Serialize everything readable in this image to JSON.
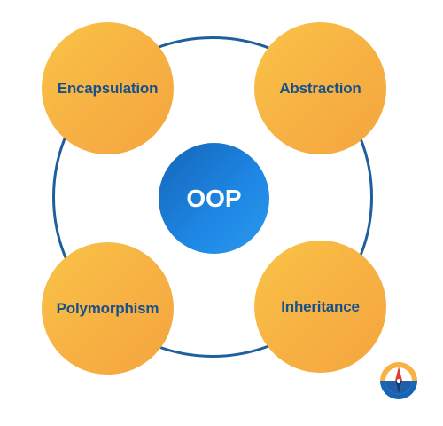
{
  "diagram": {
    "center": {
      "label": "OOP"
    },
    "nodes": [
      {
        "id": "encapsulation",
        "label": "Encapsulation"
      },
      {
        "id": "abstraction",
        "label": "Abstraction"
      },
      {
        "id": "polymorphism",
        "label": "Polymorphism"
      },
      {
        "id": "inheritance",
        "label": "Inheritance"
      }
    ]
  },
  "colors": {
    "ring": "#1f5f9e",
    "node_fill": "#f7b243",
    "node_text": "#17508a",
    "center_fill": "#1e88e5",
    "center_text": "#ffffff"
  },
  "icons": {
    "logo": "compass-icon"
  }
}
